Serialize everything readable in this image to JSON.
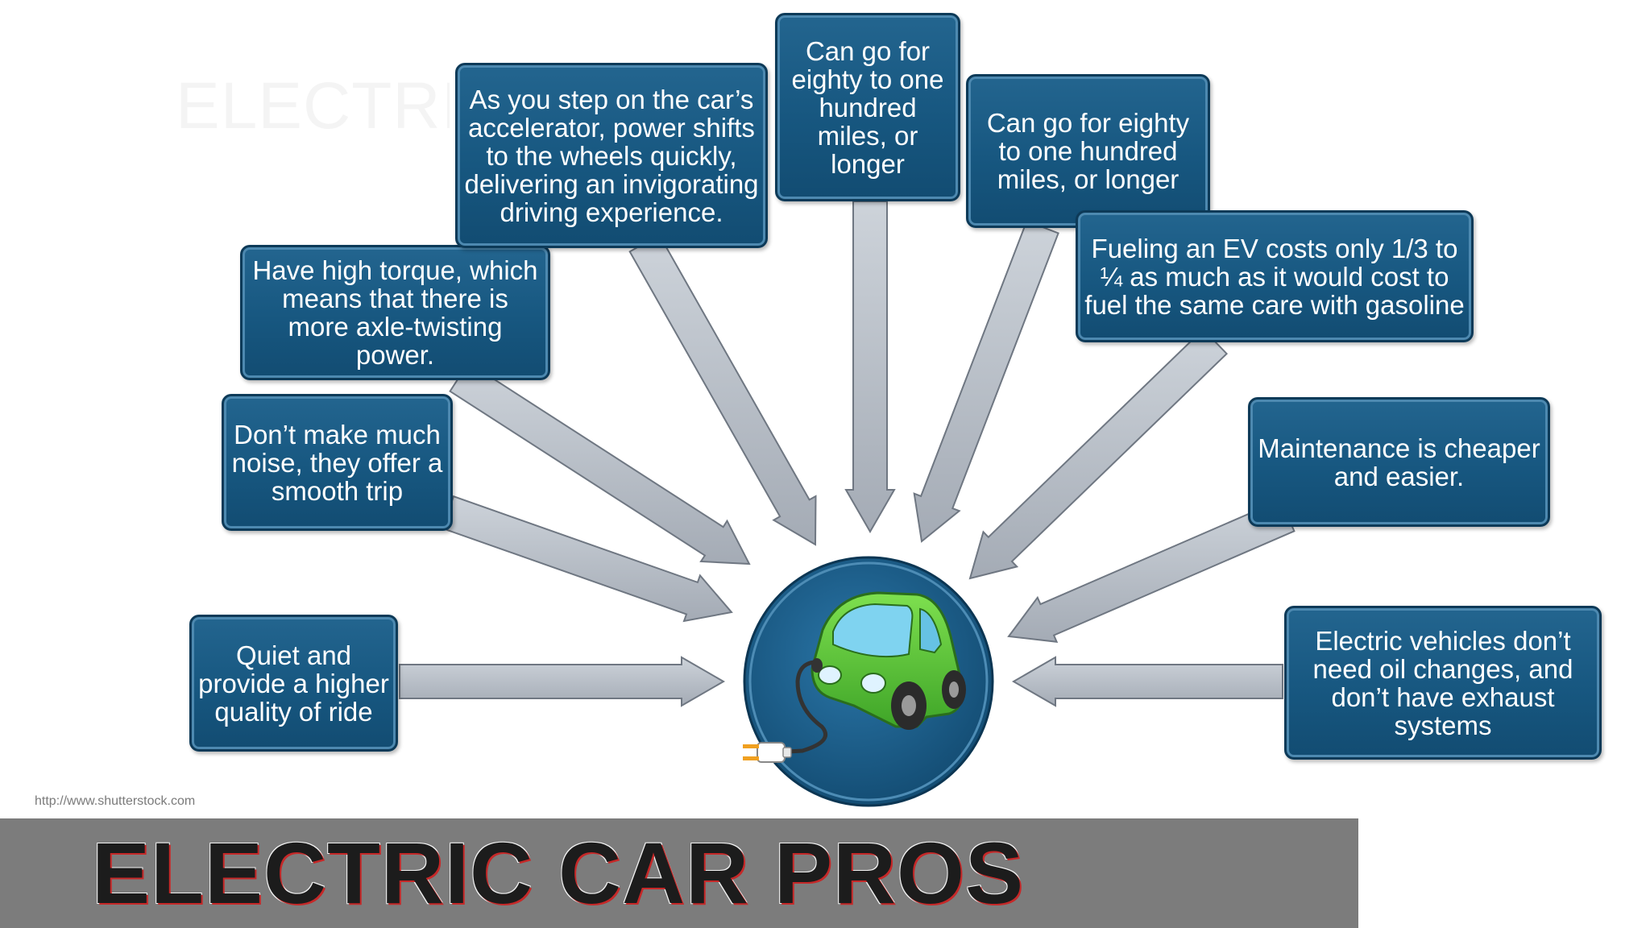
{
  "slide": {
    "title": "ELECTRIC CAR PROS",
    "ghost_title": "ELECTRI",
    "source_credit": "http://www.shutterstock.com"
  },
  "pros": [
    {
      "text": "Quiet and provide a higher quality of ride"
    },
    {
      "text": "Don’t make much noise, they offer a smooth trip"
    },
    {
      "text": "Have high torque, which means that there is more axle-twisting power."
    },
    {
      "text": "As you step on the car’s accelerator, power shifts to the wheels quickly, delivering an invigorating driving experience."
    },
    {
      "text": "Can go for eighty to one hundred miles, or longer"
    },
    {
      "text": "Can go for eighty to one hundred miles, or longer"
    },
    {
      "text": "Fueling an EV costs only 1/3 to ¼ as much as it would cost to fuel the same care with gasoline"
    },
    {
      "text": "Maintenance is cheaper and easier."
    },
    {
      "text": "Electric vehicles don’t need oil changes, and don’t have exhaust systems"
    }
  ],
  "colors": {
    "box_fill": "#175780",
    "box_border": "#0d3a58",
    "arrow_fill": "#b5bcc6",
    "car_body": "#5cc93a",
    "hub_fill": "#1a5b86",
    "title_bar": "#7c7c7c",
    "title_text": "#1c1c1c",
    "title_outline": "#c62828"
  },
  "icons": {
    "hub": "electric-car-icon",
    "plug": "power-plug-icon"
  }
}
